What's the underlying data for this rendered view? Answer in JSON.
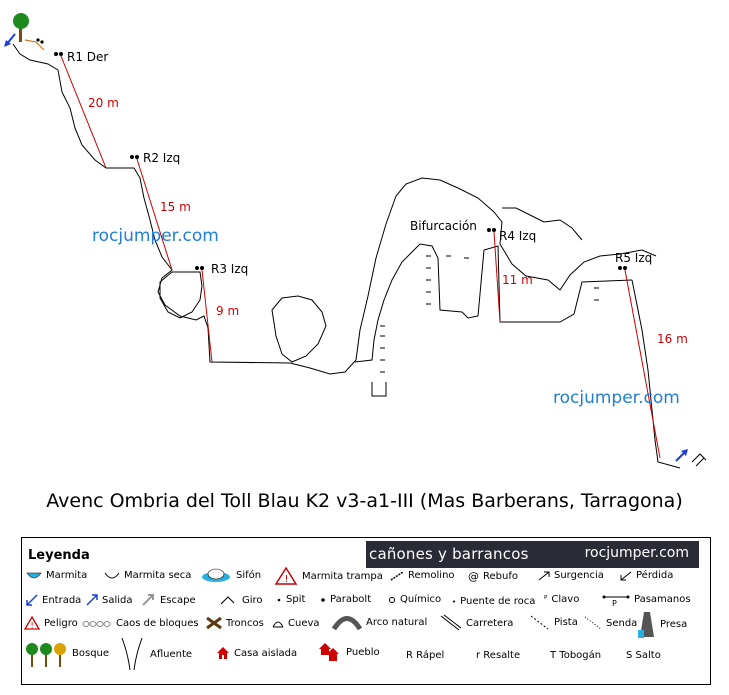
{
  "title": "Avenc Ombria del Toll Blau K2 v3-a1-III (Mas Barberans, Tarragona)",
  "watermarks": [
    "rocjumper.com",
    "rocjumper.com"
  ],
  "rappels": [
    {
      "label": "R1 Der",
      "length": "20 m"
    },
    {
      "label": "R2 Izq",
      "length": "15 m"
    },
    {
      "label": "R3 Izq",
      "length": "9 m"
    },
    {
      "label": "R4 Izq",
      "length": "11 m"
    },
    {
      "label": "R5 Izq",
      "length": "16 m"
    }
  ],
  "bifurcation_label": "Bifurcación",
  "legend": {
    "title": "Leyenda",
    "banner_left": "cañones y barrancos",
    "banner_right": "rocjumper.com",
    "items": [
      {
        "label": "Marmita",
        "icon": "pothole-icon"
      },
      {
        "label": "Marmita seca",
        "icon": "dry-pothole-icon"
      },
      {
        "label": "Sifón",
        "icon": "siphon-icon"
      },
      {
        "label": "Marmita trampa",
        "icon": "trap-pothole-icon"
      },
      {
        "label": "Remolino",
        "icon": "whirlpool-icon"
      },
      {
        "label": "Rebufo",
        "icon": "backwash-icon"
      },
      {
        "label": "Surgencia",
        "icon": "spring-icon"
      },
      {
        "label": "Pérdida",
        "icon": "sinkhole-icon"
      },
      {
        "label": "Entrada",
        "icon": "entry-arrow-icon"
      },
      {
        "label": "Salida",
        "icon": "exit-arrow-icon"
      },
      {
        "label": "Escape",
        "icon": "escape-arrow-icon"
      },
      {
        "label": "Giro",
        "icon": "turn-icon"
      },
      {
        "label": "Spit",
        "icon": "spit-icon"
      },
      {
        "label": "Parabolt",
        "icon": "parabolt-icon"
      },
      {
        "label": "Químico",
        "icon": "chemical-anchor-icon"
      },
      {
        "label": "Puente de roca",
        "icon": "rock-bridge-icon"
      },
      {
        "label": "Clavo",
        "icon": "piton-icon"
      },
      {
        "label": "Pasamanos",
        "icon": "handline-icon"
      },
      {
        "label": "Peligro",
        "icon": "danger-icon"
      },
      {
        "label": "Caos de bloques",
        "icon": "boulder-chaos-icon"
      },
      {
        "label": "Troncos",
        "icon": "logs-icon"
      },
      {
        "label": "Cueva",
        "icon": "cave-icon"
      },
      {
        "label": "Arco natural",
        "icon": "natural-arch-icon"
      },
      {
        "label": "Carretera",
        "icon": "road-icon"
      },
      {
        "label": "Pista",
        "icon": "track-icon"
      },
      {
        "label": "Senda",
        "icon": "path-icon"
      },
      {
        "label": "Presa",
        "icon": "dam-icon"
      },
      {
        "label": "Bosque",
        "icon": "forest-icon"
      },
      {
        "label": "Afluente",
        "icon": "tributary-icon"
      },
      {
        "label": "Casa aislada",
        "icon": "house-icon"
      },
      {
        "label": "Pueblo",
        "icon": "village-icon"
      },
      {
        "label": "R Rápel",
        "icon": ""
      },
      {
        "label": "r Resalte",
        "icon": ""
      },
      {
        "label": "T Tobogán",
        "icon": ""
      },
      {
        "label": "S Salto",
        "icon": ""
      }
    ]
  },
  "colors": {
    "rappel_line": "#cc0000",
    "watermark": "#1e7fd6",
    "entry_arrow": "#1a3fd6",
    "banner_bg": "#2b2b36"
  }
}
